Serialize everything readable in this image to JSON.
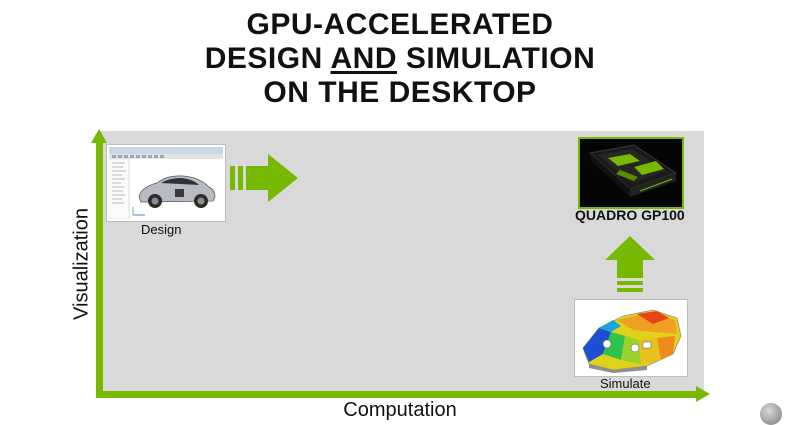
{
  "title": {
    "line1": "GPU-ACCELERATED",
    "line2_pre": "DESIGN ",
    "line2_underlined": "AND",
    "line2_post": " SIMULATION",
    "line3": "ON THE DESKTOP"
  },
  "axes": {
    "y_label": "Visualization",
    "x_label": "Computation"
  },
  "nodes": {
    "design": {
      "label": "Design"
    },
    "product": {
      "label": "QUADRO GP100"
    },
    "simulate": {
      "label": "Simulate"
    }
  },
  "colors": {
    "accent_green": "#76b900",
    "plot_background": "#d9d9d9",
    "title_text": "#111111"
  },
  "icons": {
    "design_screenshot": "cad-software-car-icon",
    "product_image": "gpu-card-icon",
    "simulate_image": "simulation-heatmap-icon",
    "arrow_right": "green-arrow-right-icon",
    "arrow_up": "green-arrow-up-icon"
  }
}
